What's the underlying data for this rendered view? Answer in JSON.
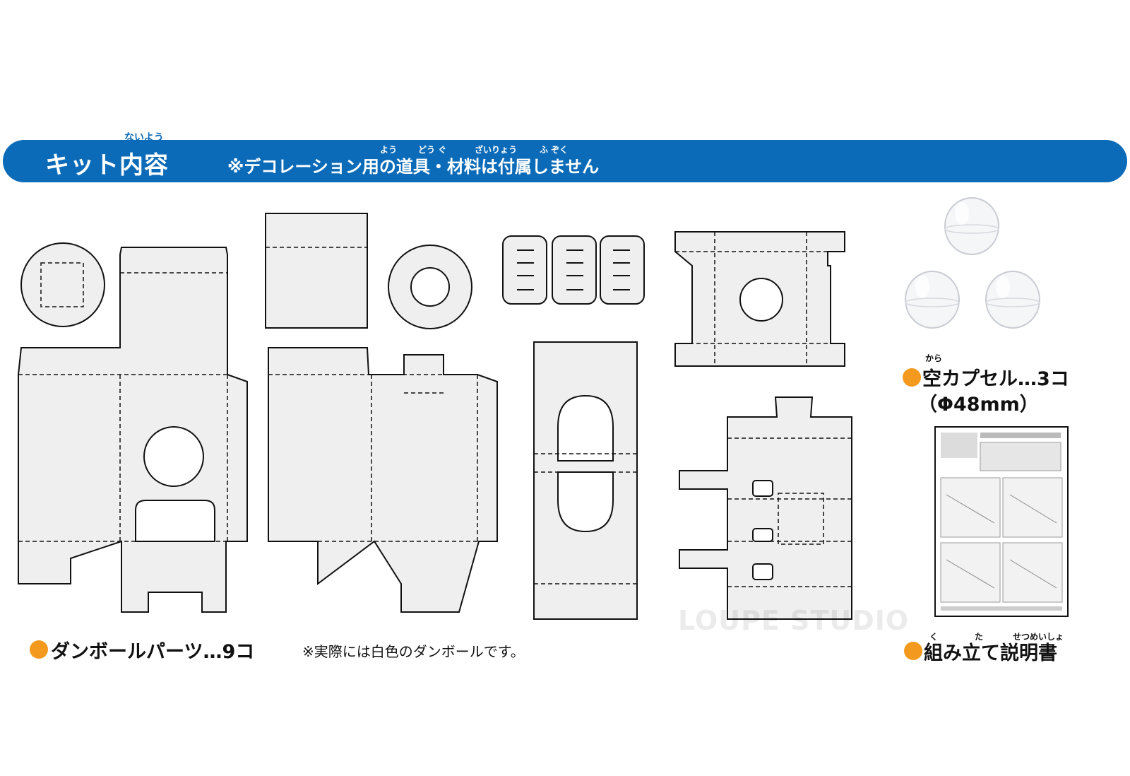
{
  "header": {
    "title": "キット内容",
    "title_ruby": "ないよう",
    "note": "※デコレーション用の道具・材料は付属しません",
    "note_ruby": [
      "よう",
      "どう ぐ",
      "ざいりょう",
      "ふ ぞく"
    ]
  },
  "cardboard": {
    "label": "ダンボールパーツ…9コ",
    "note": "※実際には白色のダンボールです。"
  },
  "capsules": {
    "label_line1": "空カプセル…3コ",
    "label_line2": "（Φ48mm）",
    "ruby": "から"
  },
  "manual": {
    "label": "組み立て説明書",
    "ruby_1": "く",
    "ruby_2": "た",
    "ruby_3": "せつめいしょ"
  },
  "watermark": "LOUPE STUDIO",
  "colors": {
    "banner": "#0b6bb8",
    "bullet": "#f39a1e",
    "part_fill": "#efefef",
    "outline": "#111111"
  }
}
